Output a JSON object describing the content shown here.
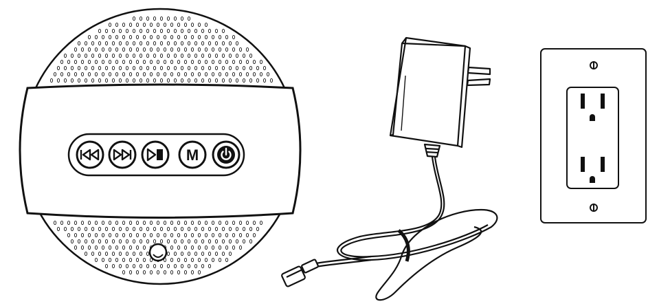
{
  "illustration": {
    "speaker": {
      "buttons": [
        {
          "name": "previous-track-icon"
        },
        {
          "name": "next-track-icon"
        },
        {
          "name": "play-pause-icon"
        },
        {
          "name": "mode-icon",
          "glyph": "M"
        },
        {
          "name": "power-icon"
        }
      ],
      "mode_glyph": "M"
    },
    "adapter": {
      "name": "power-adapter"
    },
    "outlet": {
      "name": "wall-outlet"
    },
    "colors": {
      "stroke": "#111111",
      "fill": "#ffffff"
    }
  }
}
